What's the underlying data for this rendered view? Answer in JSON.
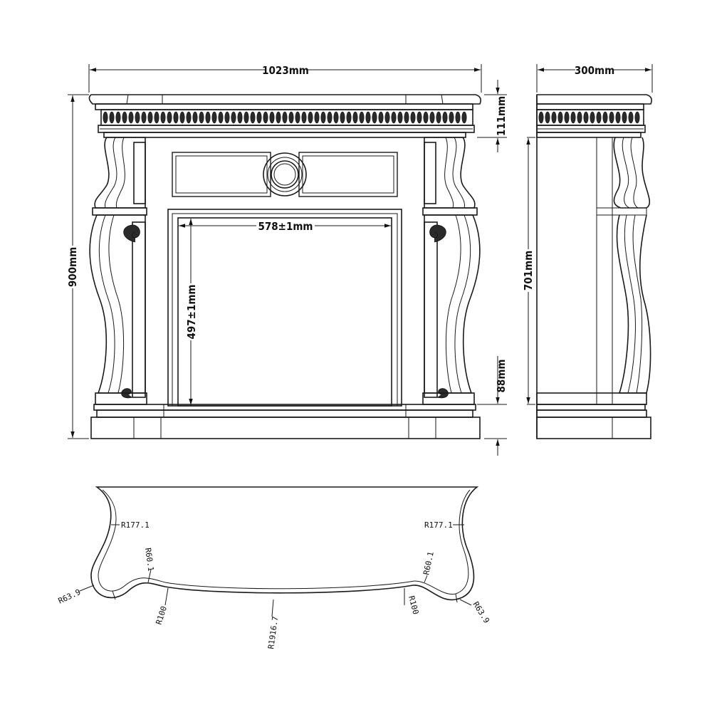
{
  "dimensions": {
    "overall_width": "1023mm",
    "side_depth": "300mm",
    "overall_height": "900mm",
    "cornice_height": "111mm",
    "opening_width": "578±1mm",
    "opening_height": "497±1mm",
    "plinth_height": "88mm",
    "side_height": "701mm"
  },
  "radii": {
    "left_upper": "R177.1",
    "right_upper": "R177.1",
    "left_bump": "R60.1",
    "right_bump": "R60.1",
    "left_corner": "R63.9",
    "right_corner": "R63.9",
    "left_inner": "R100",
    "right_inner": "R100",
    "center_front": "R1916.7"
  }
}
